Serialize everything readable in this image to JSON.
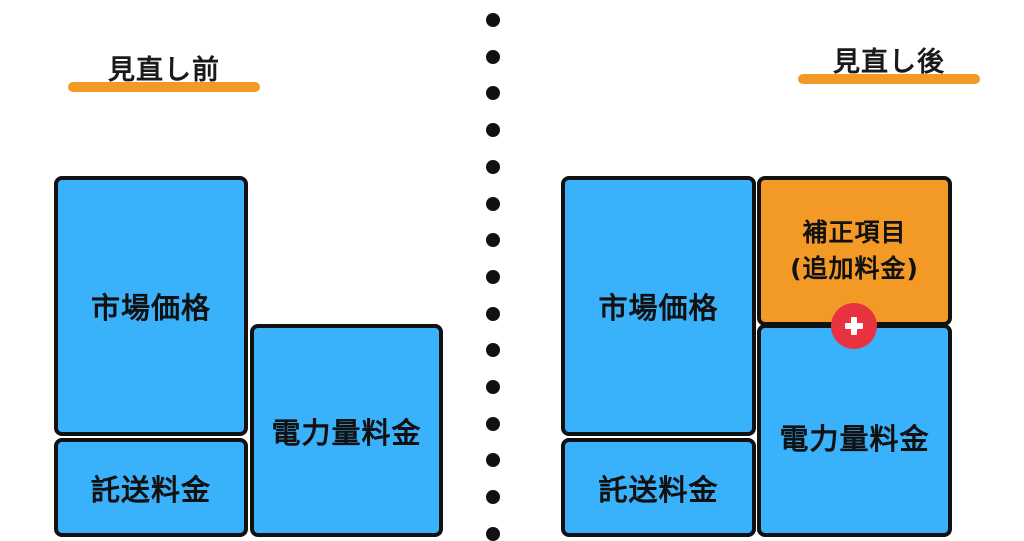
{
  "before": {
    "heading": "見直し前",
    "blocks": {
      "market_price": "市場価格",
      "consignment_fee": "託送料金",
      "energy_charge": "電力量料金"
    }
  },
  "after": {
    "heading": "見直し後",
    "blocks": {
      "market_price": "市場価格",
      "consignment_fee": "託送料金",
      "adjustment_line1": "補正項目",
      "adjustment_line2": "(追加料金)",
      "energy_charge": "電力量料金"
    },
    "badge_icon": "plus-icon"
  },
  "colors": {
    "block_blue": "#3AB1FB",
    "block_orange": "#F39A26",
    "heading_underline": "#F39A26",
    "plus_badge": "#E8323F",
    "outline": "#111111"
  }
}
